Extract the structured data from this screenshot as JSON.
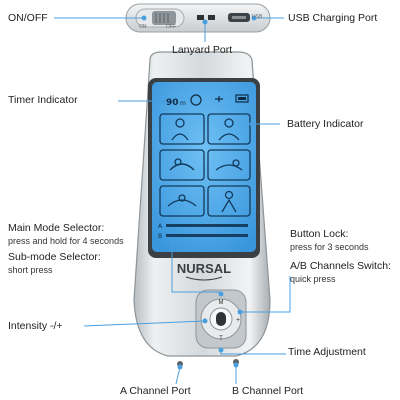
{
  "labels": {
    "on_off": "ON/OFF",
    "usb_port": "USB Charging Port",
    "lanyard_port": "Lanyard Port",
    "timer_indicator": "Timer Indicator",
    "battery_indicator": "Battery Indicator",
    "main_mode_selector": "Main Mode Selector:",
    "main_mode_note": "press and hold for 4 seconds",
    "sub_mode_selector": "Sub-mode Selector:",
    "sub_mode_note": "short press",
    "button_lock": "Button Lock:",
    "button_lock_note": "press for 3 seconds",
    "ab_switch": "A/B Channels Switch:",
    "ab_switch_note": "quick press",
    "intensity": "Intensity -/+",
    "time_adjustment": "Time Adjustment",
    "a_channel_port": "A Channel Port",
    "b_channel_port": "B Channel Port"
  },
  "device": {
    "brand": "NURSAL",
    "timer_value": "90",
    "timer_unit": "m",
    "channel_a": "A",
    "channel_b": "B",
    "switch_on": "ON",
    "switch_off": "OFF",
    "usb_tag": "USB",
    "button_top": "M",
    "button_left": "-",
    "button_right": "+",
    "button_bottom": "T"
  },
  "colors": {
    "screen": "#4aa8e8",
    "leader_line": "#4a9fe0",
    "body": "#d9dde0"
  }
}
